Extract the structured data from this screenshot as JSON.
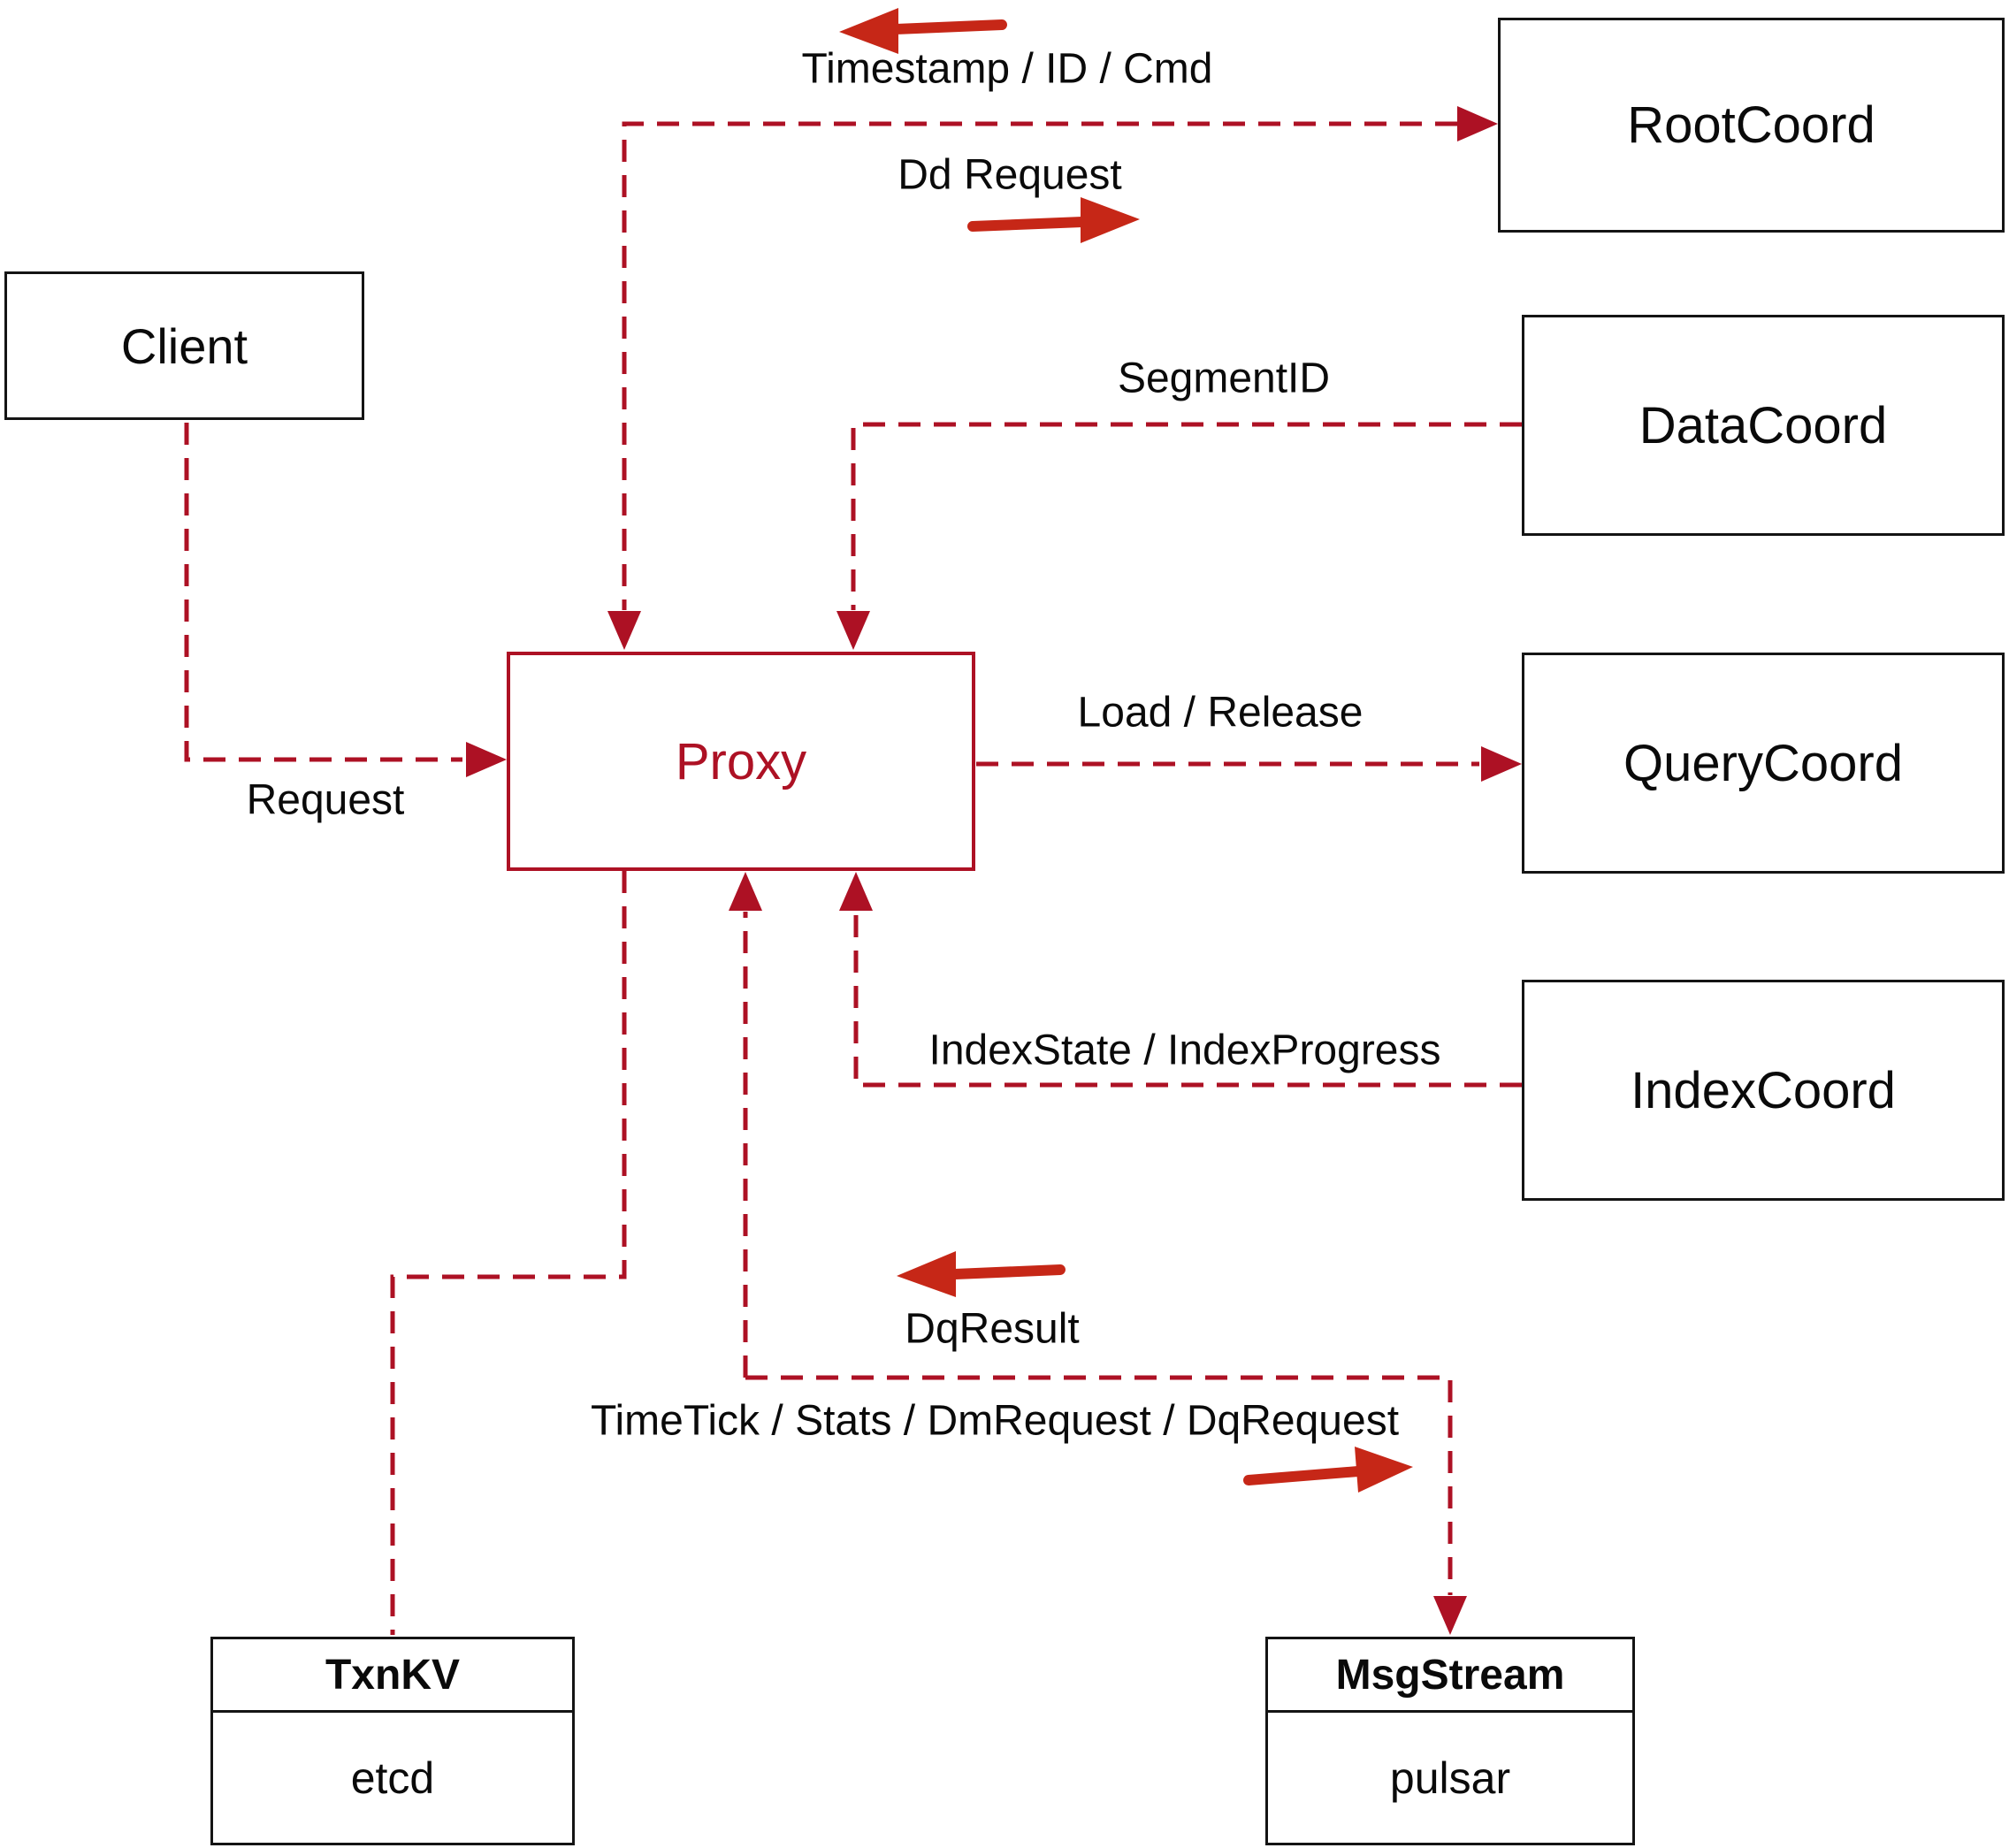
{
  "diagram": {
    "nodes": {
      "client": {
        "label": "Client"
      },
      "proxy": {
        "label": "Proxy"
      },
      "rootcoord": {
        "label": "RootCoord"
      },
      "datacoord": {
        "label": "DataCoord"
      },
      "querycoord": {
        "label": "QueryCoord"
      },
      "indexcoord": {
        "label": "IndexCoord"
      },
      "txnkv": {
        "title": "TxnKV",
        "impl": "etcd"
      },
      "msgstream": {
        "title": "MsgStream",
        "impl": "pulsar"
      }
    },
    "edge_labels": {
      "timestamp": "Timestamp / ID / Cmd",
      "dd_request": "Dd Request",
      "segment_id": "SegmentID",
      "request": "Request",
      "load_release": "Load / Release",
      "index_state": "IndexState / IndexProgress",
      "dq_result": "DqResult",
      "time_tick": "TimeTick / Stats / DmRequest / DqRequest"
    },
    "colors": {
      "line": "#ad1124",
      "arrow": "#c62717",
      "border": "#141414",
      "text": "#0a0a0a"
    }
  }
}
